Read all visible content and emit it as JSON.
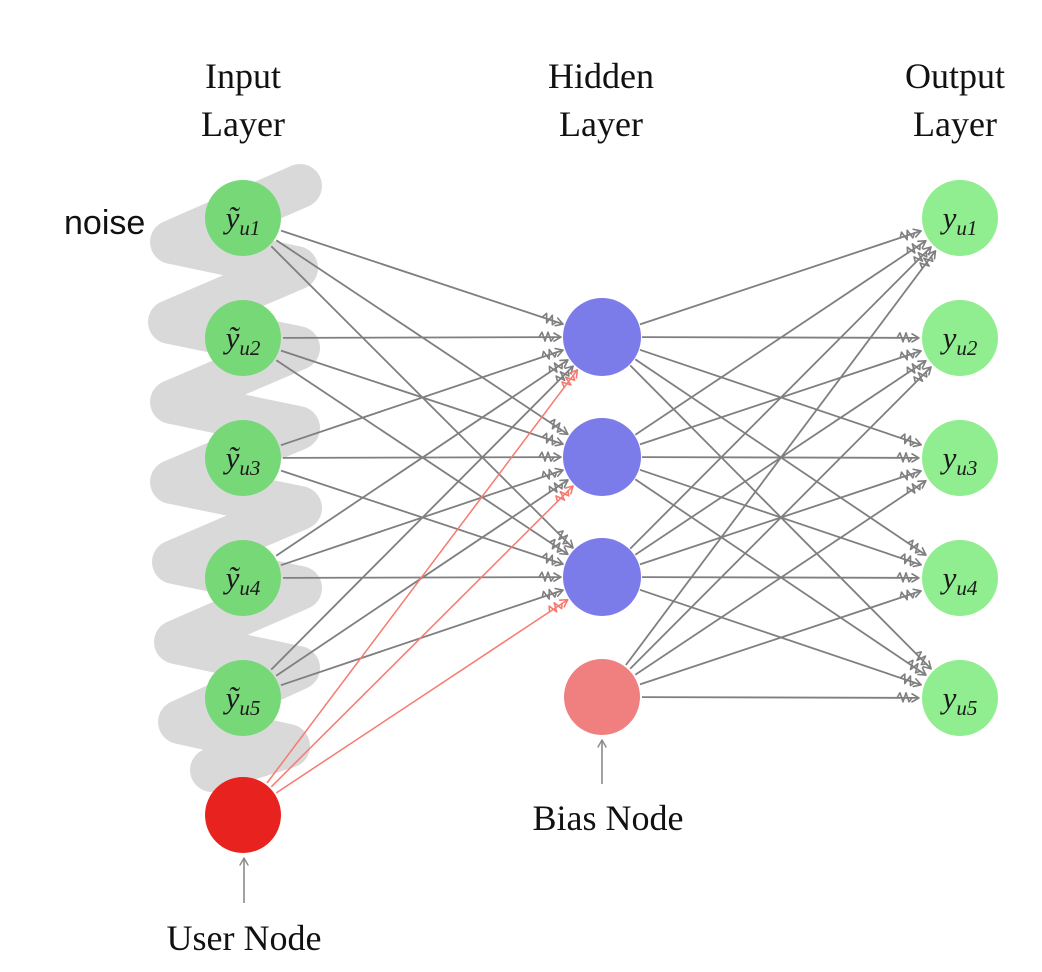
{
  "layers": {
    "input": {
      "line1": "Input",
      "line2": "Layer"
    },
    "hidden": {
      "line1": "Hidden",
      "line2": "Layer"
    },
    "output": {
      "line1": "Output",
      "line2": "Layer"
    }
  },
  "noise_label": "noise",
  "input_nodes": [
    {
      "base": "ỹ",
      "sub": "u1"
    },
    {
      "base": "ỹ",
      "sub": "u2"
    },
    {
      "base": "ỹ",
      "sub": "u3"
    },
    {
      "base": "ỹ",
      "sub": "u4"
    },
    {
      "base": "ỹ",
      "sub": "u5"
    }
  ],
  "output_nodes": [
    {
      "base": "y",
      "sub": "u1"
    },
    {
      "base": "y",
      "sub": "u2"
    },
    {
      "base": "y",
      "sub": "u3"
    },
    {
      "base": "y",
      "sub": "u4"
    },
    {
      "base": "y",
      "sub": "u5"
    }
  ],
  "hidden_nodes_count": 3,
  "user_node_label": "User Node",
  "bias_node_label": "Bias Node",
  "colors": {
    "input_node": "#77d877",
    "output_node": "#90ee90",
    "hidden_node": "#7b7bea",
    "user_node": "#e8231f",
    "bias_node": "#f08080",
    "edge": "#7f7f7f",
    "user_edge": "#f8796f",
    "noise": "#d9d9d9",
    "label_arrow": "#8a8a8a"
  }
}
